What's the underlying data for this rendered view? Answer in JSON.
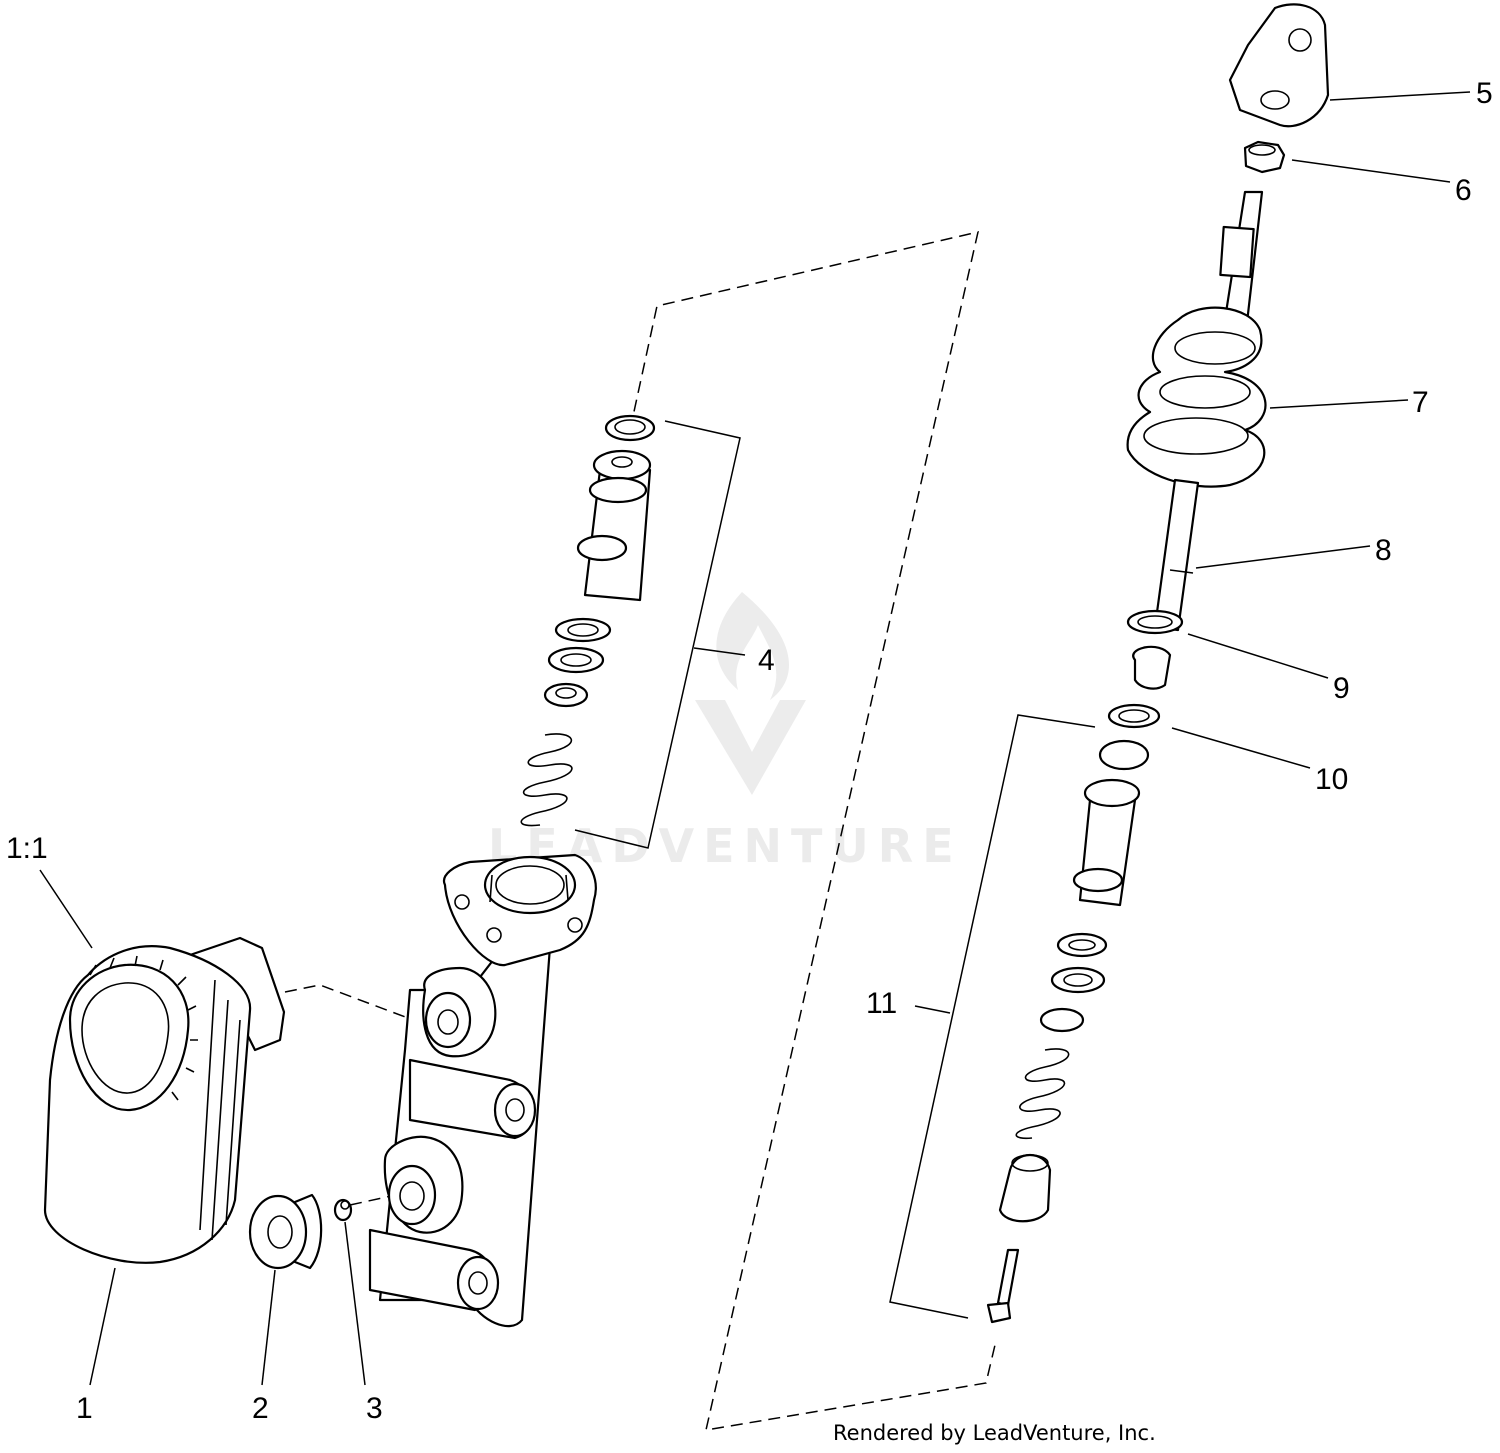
{
  "diagram": {
    "callouts": [
      {
        "id": "1",
        "label": "1"
      },
      {
        "id": "1_1",
        "label": "1:1"
      },
      {
        "id": "2",
        "label": "2"
      },
      {
        "id": "3",
        "label": "3"
      },
      {
        "id": "4",
        "label": "4"
      },
      {
        "id": "5",
        "label": "5"
      },
      {
        "id": "6",
        "label": "6"
      },
      {
        "id": "7",
        "label": "7"
      },
      {
        "id": "8",
        "label": "8"
      },
      {
        "id": "9",
        "label": "9"
      },
      {
        "id": "10",
        "label": "10"
      },
      {
        "id": "11",
        "label": "11"
      }
    ],
    "watermark": "LEADVENTURE",
    "credit": "Rendered by LeadVenture, Inc."
  }
}
